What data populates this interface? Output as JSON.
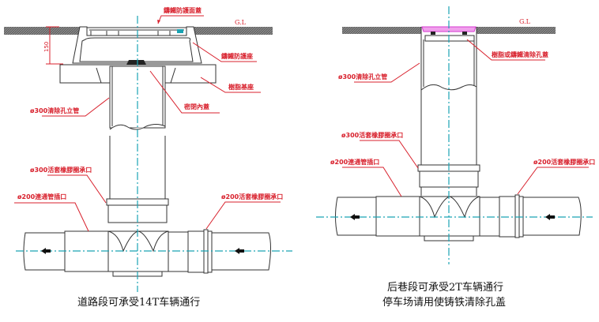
{
  "left_diagram": {
    "ground_label": "G.L",
    "dimension_label": "150",
    "labels": {
      "cover": "鑄鐵防護面蓋",
      "cover_seat": "鑄鐵防護座",
      "resin_base": "樹脂基座",
      "inner_lid": "密閉內蓋",
      "riser": "ø300清除孔立管",
      "riser_socket": "ø300活套橡膠圈承口",
      "spigot": "ø200連通管插口",
      "socket": "ø200活套橡膠圈承口"
    },
    "caption": "道路段可承受14T车辆通行"
  },
  "right_diagram": {
    "ground_label": "G.L",
    "labels": {
      "cover": "樹脂或鑄鐵清除孔蓋",
      "riser": "ø300清除孔立管",
      "riser_socket": "ø300活套橡膠圈承口",
      "spigot": "ø200連通管插口",
      "socket": "ø200活套橡膠圈承口"
    },
    "caption_line1": "后巷段可承受2T车辆通行",
    "caption_line2": "停车场请用使铸铁清除孔盖"
  },
  "colors": {
    "label": "#d8202c",
    "centerline": "#1aa3b3",
    "cover_right": "#d63bd0"
  }
}
